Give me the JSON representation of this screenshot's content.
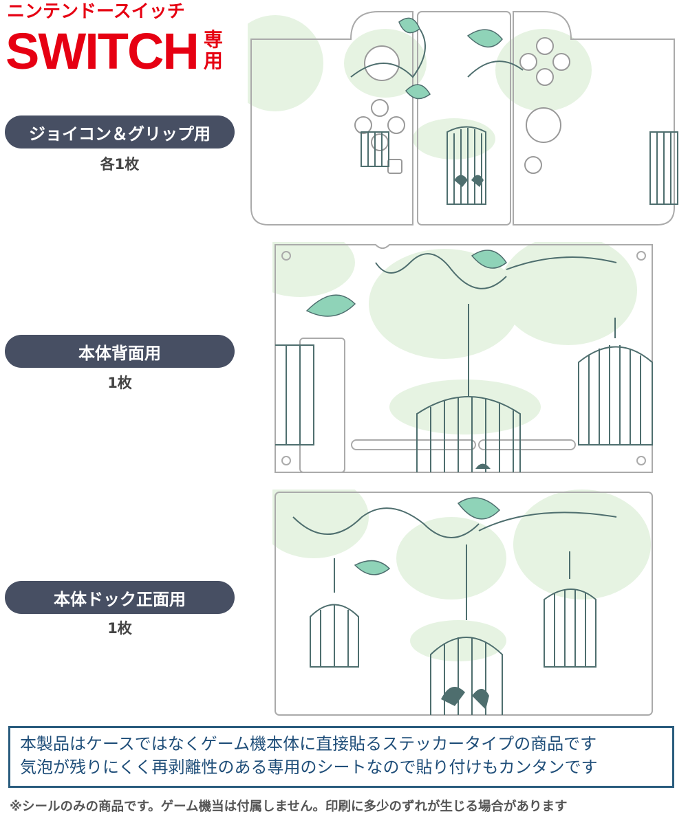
{
  "header": {
    "kana_title": "ニンテンドースイッチ",
    "main_title": "SWITCH",
    "suffix": "専用"
  },
  "sections": [
    {
      "label": "ジョイコン＆グリップ用",
      "count": "各1枚"
    },
    {
      "label": "本体背面用",
      "count": "1枚"
    },
    {
      "label": "本体ドック正面用",
      "count": "1枚"
    }
  ],
  "notice": {
    "lines": [
      "本製品はケースではなくゲーム機本体に直接貼るステッカータイプの商品です",
      "気泡が残りにくく再剥離性のある専用のシートなので貼り付けもカンタンです"
    ]
  },
  "footnote": "※シールのみの商品です。ゲーム機当は付属しません。印刷に多少のずれが生じる場合があります",
  "colors": {
    "brand_red": "#e60012",
    "pill": "#474f63",
    "notice_border": "#2a5c7e",
    "notice_text": "#1f4e79",
    "pattern_dark": "#4e6e6e",
    "pattern_mint": "#8fd3b8",
    "pattern_pale": "#e6f3e2"
  }
}
